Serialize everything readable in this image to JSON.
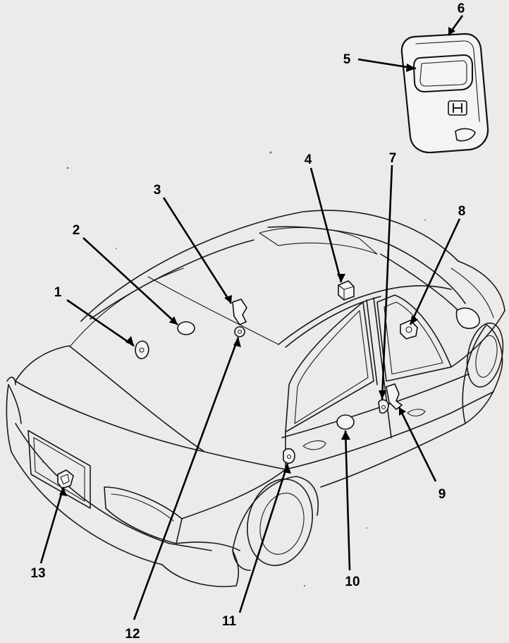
{
  "diagram": {
    "callouts": [
      {
        "id": "c1",
        "label": "1"
      },
      {
        "id": "c2",
        "label": "2"
      },
      {
        "id": "c3",
        "label": "3"
      },
      {
        "id": "c4",
        "label": "4"
      },
      {
        "id": "c5",
        "label": "5"
      },
      {
        "id": "c6",
        "label": "6"
      },
      {
        "id": "c7",
        "label": "7"
      },
      {
        "id": "c8",
        "label": "8"
      },
      {
        "id": "c9",
        "label": "9"
      },
      {
        "id": "c10",
        "label": "10"
      },
      {
        "id": "c11",
        "label": "11"
      },
      {
        "id": "c12",
        "label": "12"
      },
      {
        "id": "c13",
        "label": "13"
      }
    ],
    "colors": {
      "background": "#ecebe9",
      "ink": "#111111",
      "part_fill": "#f4f4f2"
    },
    "icons": [
      "car-outline-drawing",
      "key-fob-transmitter-icon",
      "honda-logo-icon"
    ]
  }
}
